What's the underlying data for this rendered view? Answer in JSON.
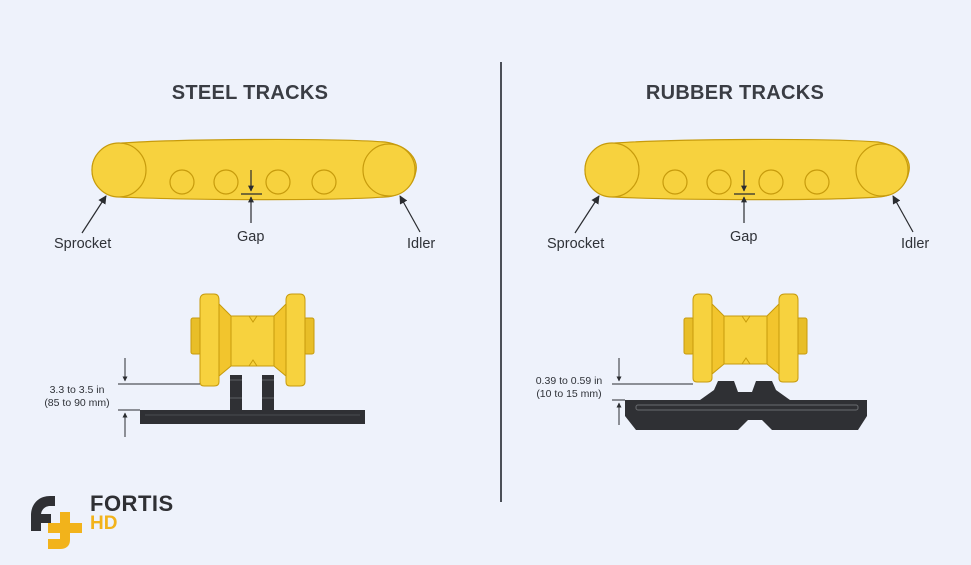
{
  "steel": {
    "title": "STEEL TRACKS",
    "sprocket": "Sprocket",
    "gap": "Gap",
    "idler": "Idler",
    "dimension_line1": "3.3 to 3.5 in",
    "dimension_line2": "(85 to 90 mm)"
  },
  "rubber": {
    "title": "RUBBER TRACKS",
    "sprocket": "Sprocket",
    "gap": "Gap",
    "idler": "Idler",
    "dimension_line1": "0.39 to 0.59 in",
    "dimension_line2": "(10 to 15 mm)"
  },
  "logo": {
    "line1": "FORTIS",
    "line2": "HD"
  },
  "colors": {
    "background": "#eef2fb",
    "track_yellow": "#f7d23e",
    "outline": "#c79b0c",
    "dark": "#2f3034",
    "logo_orange": "#f2b31b"
  }
}
